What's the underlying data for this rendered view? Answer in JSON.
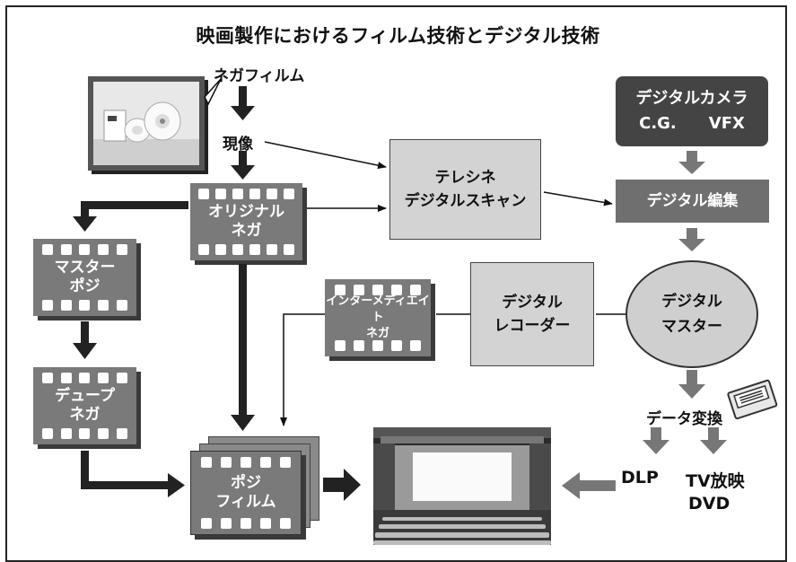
{
  "title": "映画製作におけるフィルム技術とデジタル技術",
  "labels": {
    "nega_film": "ネガフィルム",
    "genzo": "現像",
    "data_henkan": "データ変換",
    "dlp": "DLP",
    "tv": "TV放映",
    "dvd": "DVD"
  },
  "films": {
    "original_l1": "オリジナル",
    "original_l2": "ネガ",
    "master_l1": "マスター",
    "master_l2": "ポジ",
    "dupe_l1": "デュープ",
    "dupe_l2": "ネガ",
    "inter_l1": "インターメディエイト",
    "inter_l2": "ネガ",
    "posi_l1": "ポジ",
    "posi_l2": "フィルム"
  },
  "boxes": {
    "telecine_l1": "テレシネ",
    "telecine_l2": "デジタルスキャン",
    "camera_l1": "デジタルカメラ",
    "camera_l2": "C.G.　　VFX",
    "edit": "デジタル編集",
    "recorder_l1": "デジタル",
    "recorder_l2": "レコーダー",
    "master_l1": "デジタル",
    "master_l2": "マスター"
  },
  "colors": {
    "frame": "#222222",
    "film": "#7a7a7a",
    "film_shadow": "#3a3a3a",
    "light_box": "#d3d3d3",
    "dark_box": "#444444",
    "mid_box": "#6f6f6f",
    "arrow_thick": "#222222",
    "arrow_gray": "#777777"
  }
}
